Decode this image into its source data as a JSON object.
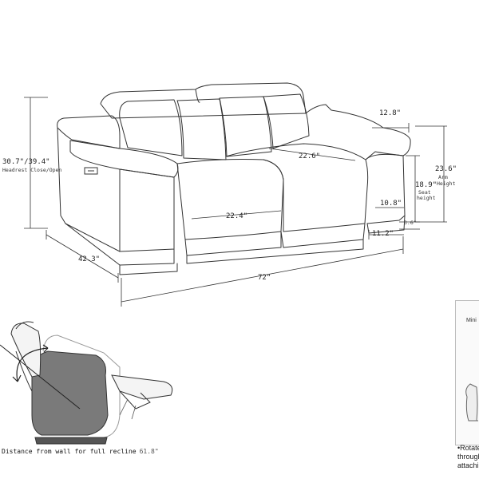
{
  "dimensions": {
    "headrest_height": "30.7\"/39.4\"",
    "headrest_caption": "Headrest Close/Open",
    "depth": "42.3\"",
    "width": "72\"",
    "seat_depth_front": "22.4\"",
    "seat_width_back": "22.6\"",
    "arm_top_width": "12.8\"",
    "arm_height": "23.6\"",
    "arm_height_label_1": "Arm",
    "arm_height_label_2": "Height",
    "seat_height": "18.9\"",
    "seat_height_label_1": "Seat",
    "seat_height_label_2": "height",
    "arm_inner": "10.8\"",
    "arm_base_width": "11.2\"",
    "leg_height": "3.6\""
  },
  "recline": {
    "caption": "Distance from wall for full recline",
    "value": "61.8\""
  },
  "inset": {
    "title": "Mini",
    "line1": "•Rotate",
    "line2": "through",
    "line3": "attachi"
  },
  "icons": {
    "headrest_arrow": "curved-arrow-icon",
    "power_button": "power-button-icon"
  },
  "colors": {
    "line": "#333333",
    "shade": "#7a7a7a",
    "background": "#ffffff"
  }
}
